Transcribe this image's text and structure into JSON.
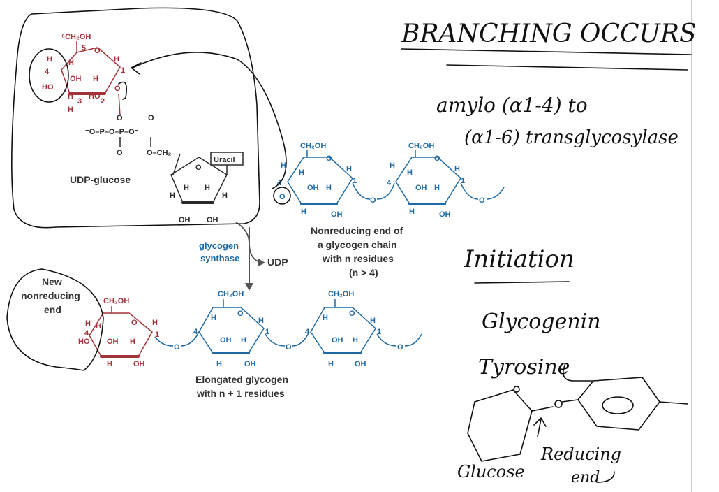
{
  "notes": {
    "branching": "BRANCHING OCCURS",
    "enzyme_line1": "amylo (α1-4) to",
    "enzyme_line2": "(α1-6) transglycosylase",
    "initiation": "Initiation",
    "glycogenin": "Glycogenin",
    "tyrosine": "Tyrosine",
    "glucose": "Glucose",
    "reducing_line1": "Reducing",
    "reducing_line2": "end"
  },
  "diagram": {
    "udp_glucose": "UDP-glucose",
    "uracil": "Uracil",
    "enzyme_line1": "glycogen",
    "enzyme_line2": "synthase",
    "byproduct": "UDP",
    "chain_caption_line1": "Nonreducing end of",
    "chain_caption_line2": "a glycogen chain",
    "chain_caption_line3": "with n residues",
    "chain_caption_line4": "(n > 4)",
    "new_end_line1": "New",
    "new_end_line2": "nonreducing",
    "new_end_line3": "end",
    "elongated_line1": "Elongated glycogen",
    "elongated_line2": "with n + 1 residues",
    "labels": {
      "ch2oh_c6": "⁶CH₂OH",
      "ch2oh": "CH₂OH",
      "ch2": "O–CH₂",
      "oh": "OH",
      "ho": "HO",
      "h": "H",
      "o": "O",
      "phosphate": "⁻O–P–O–P–O⁻",
      "c5": "5",
      "c4": "4",
      "c3": "3",
      "c2": "2",
      "c1": "1"
    }
  }
}
